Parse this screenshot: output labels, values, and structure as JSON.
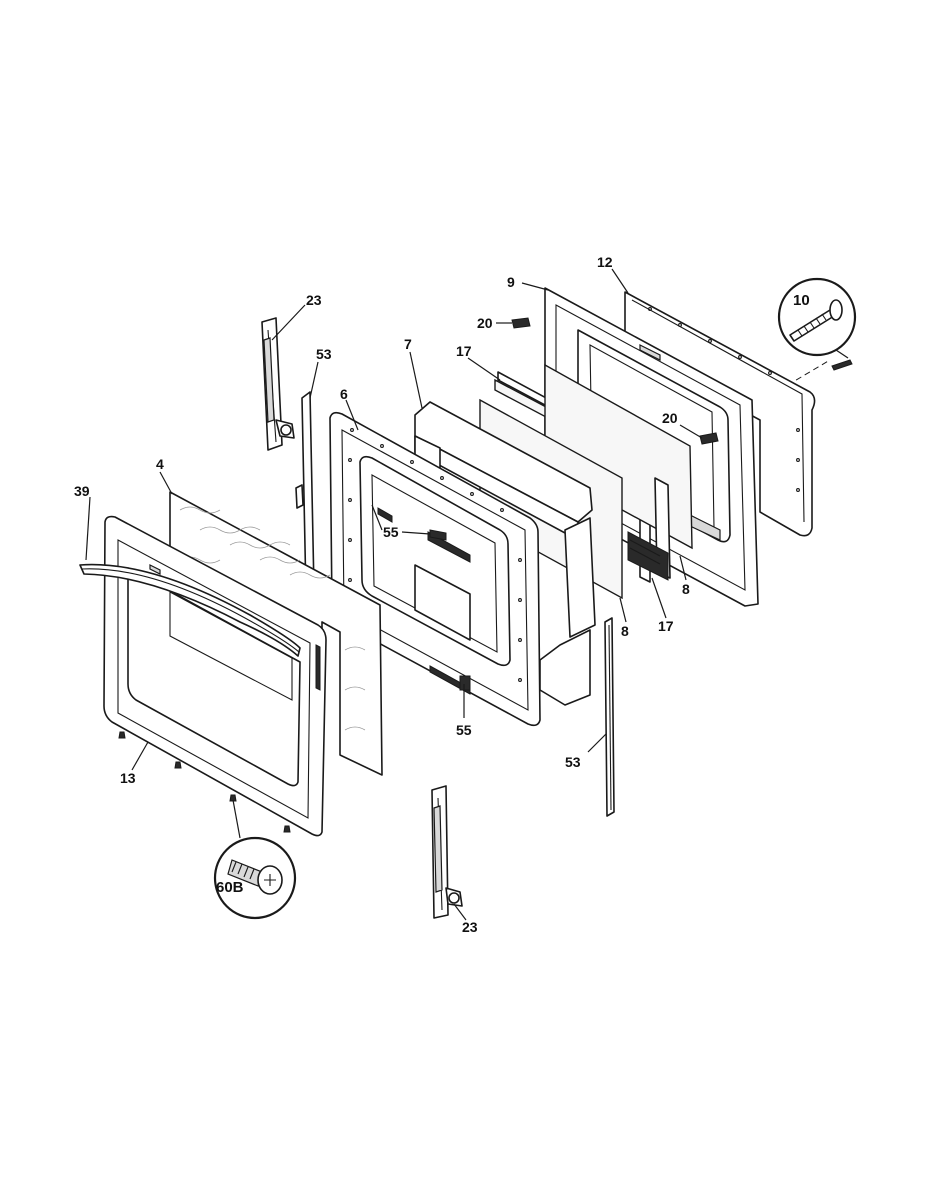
{
  "labels": {
    "p23_top": "23",
    "p53_left": "53",
    "p7": "7",
    "p6": "6",
    "p17_top": "17",
    "p9": "9",
    "p12": "12",
    "p20_top": "20",
    "p20_right": "20",
    "p10": "10",
    "p39": "39",
    "p4": "4",
    "p55_upper": "55",
    "p55_lower": "55",
    "p8_right": "8",
    "p8_lower": "8",
    "p17_lower": "17",
    "p53_right": "53",
    "p13": "13",
    "p60b": "60B",
    "p23_bottom": "23"
  }
}
